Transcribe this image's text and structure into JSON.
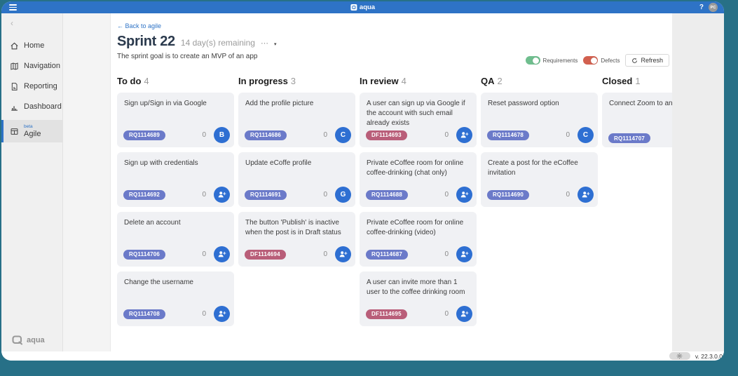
{
  "colors": {
    "accent_blue": "#2e73c6",
    "frame_teal": "#277087",
    "rq_pill": "#6b7ac9",
    "df_pill": "#b95e79",
    "avatar_blue": "#2e6fd2",
    "toggle_on_green": "#6fbe8e",
    "toggle_on_red": "#d2604f"
  },
  "topbar": {
    "app_name": "aqua",
    "help_label": "?",
    "avatar_initials": "PC"
  },
  "sidebar": {
    "collapse_glyph": "‹",
    "items": [
      {
        "label": "Home",
        "icon": "home-icon",
        "active": false
      },
      {
        "label": "Navigation",
        "icon": "map-icon",
        "active": false
      },
      {
        "label": "Reporting",
        "icon": "report-icon",
        "active": false
      },
      {
        "label": "Dashboard",
        "icon": "bar-chart-icon",
        "active": false
      },
      {
        "label": "Agile",
        "icon": "grid-icon",
        "active": true,
        "badge": "beta"
      }
    ],
    "footer_brand": "aqua"
  },
  "header": {
    "back_link": "← Back to agile",
    "title": "Sprint 22",
    "remaining": "14 day(s) remaining",
    "menu_dots": "⋯",
    "menu_caret": "▾",
    "goal": "The sprint goal is to create an MVP of an app",
    "toggles": [
      {
        "label": "Requirements",
        "state": "on",
        "color": "#6fbe8e"
      },
      {
        "label": "Defects",
        "state": "on",
        "color": "#d2604f"
      }
    ],
    "refresh_label": "Refresh"
  },
  "board": {
    "columns": [
      {
        "name": "To do",
        "count": "4",
        "cards": [
          {
            "title": "Sign up/Sign in via Google",
            "id": "RQ1114689",
            "type": "RQ",
            "count": "0",
            "avatar": "B"
          },
          {
            "title": "Sign up with credentials",
            "id": "RQ1114692",
            "type": "RQ",
            "count": "0",
            "avatar": "add"
          },
          {
            "title": "Delete an account",
            "id": "RQ1114706",
            "type": "RQ",
            "count": "0",
            "avatar": "add"
          },
          {
            "title": "Change the username",
            "id": "RQ1114708",
            "type": "RQ",
            "count": "0",
            "avatar": "add"
          }
        ]
      },
      {
        "name": "In progress",
        "count": "3",
        "cards": [
          {
            "title": "Add the profile picture",
            "id": "RQ1114686",
            "type": "RQ",
            "count": "0",
            "avatar": "C"
          },
          {
            "title": "Update eCoffe profile",
            "id": "RQ1114691",
            "type": "RQ",
            "count": "0",
            "avatar": "G"
          },
          {
            "title": "The button 'Publish' is inactive when the post is in Draft status",
            "id": "DF1114694",
            "type": "DF",
            "count": "0",
            "avatar": "add"
          }
        ]
      },
      {
        "name": "In review",
        "count": "4",
        "cards": [
          {
            "title": "A user can sign up via Google if the account with such email already exists",
            "id": "DF1114693",
            "type": "DF",
            "count": "0",
            "avatar": "add"
          },
          {
            "title": "Private eCoffee room for online coffee-drinking (chat only)",
            "id": "RQ1114688",
            "type": "RQ",
            "count": "0",
            "avatar": "add"
          },
          {
            "title": "Private eCoffee room for online coffee-drinking (video)",
            "id": "RQ1114687",
            "type": "RQ",
            "count": "0",
            "avatar": "add"
          },
          {
            "title": "A user can invite more than 1 user to the coffee drinking room",
            "id": "DF1114695",
            "type": "DF",
            "count": "0",
            "avatar": "add"
          }
        ]
      },
      {
        "name": "QA",
        "count": "2",
        "cards": [
          {
            "title": "Reset password option",
            "id": "RQ1114678",
            "type": "RQ",
            "count": "0",
            "avatar": "C"
          },
          {
            "title": "Create a post for the eCoffee invitation",
            "id": "RQ1114690",
            "type": "RQ",
            "count": "0",
            "avatar": "add"
          }
        ]
      },
      {
        "name": "Closed",
        "count": "1",
        "cards": [
          {
            "title": "Connect Zoom to an ac",
            "id": "RQ1114707",
            "type": "RQ",
            "count": null,
            "avatar": null
          }
        ]
      }
    ]
  },
  "statusbar": {
    "version": "v. 22.3.0.0"
  }
}
